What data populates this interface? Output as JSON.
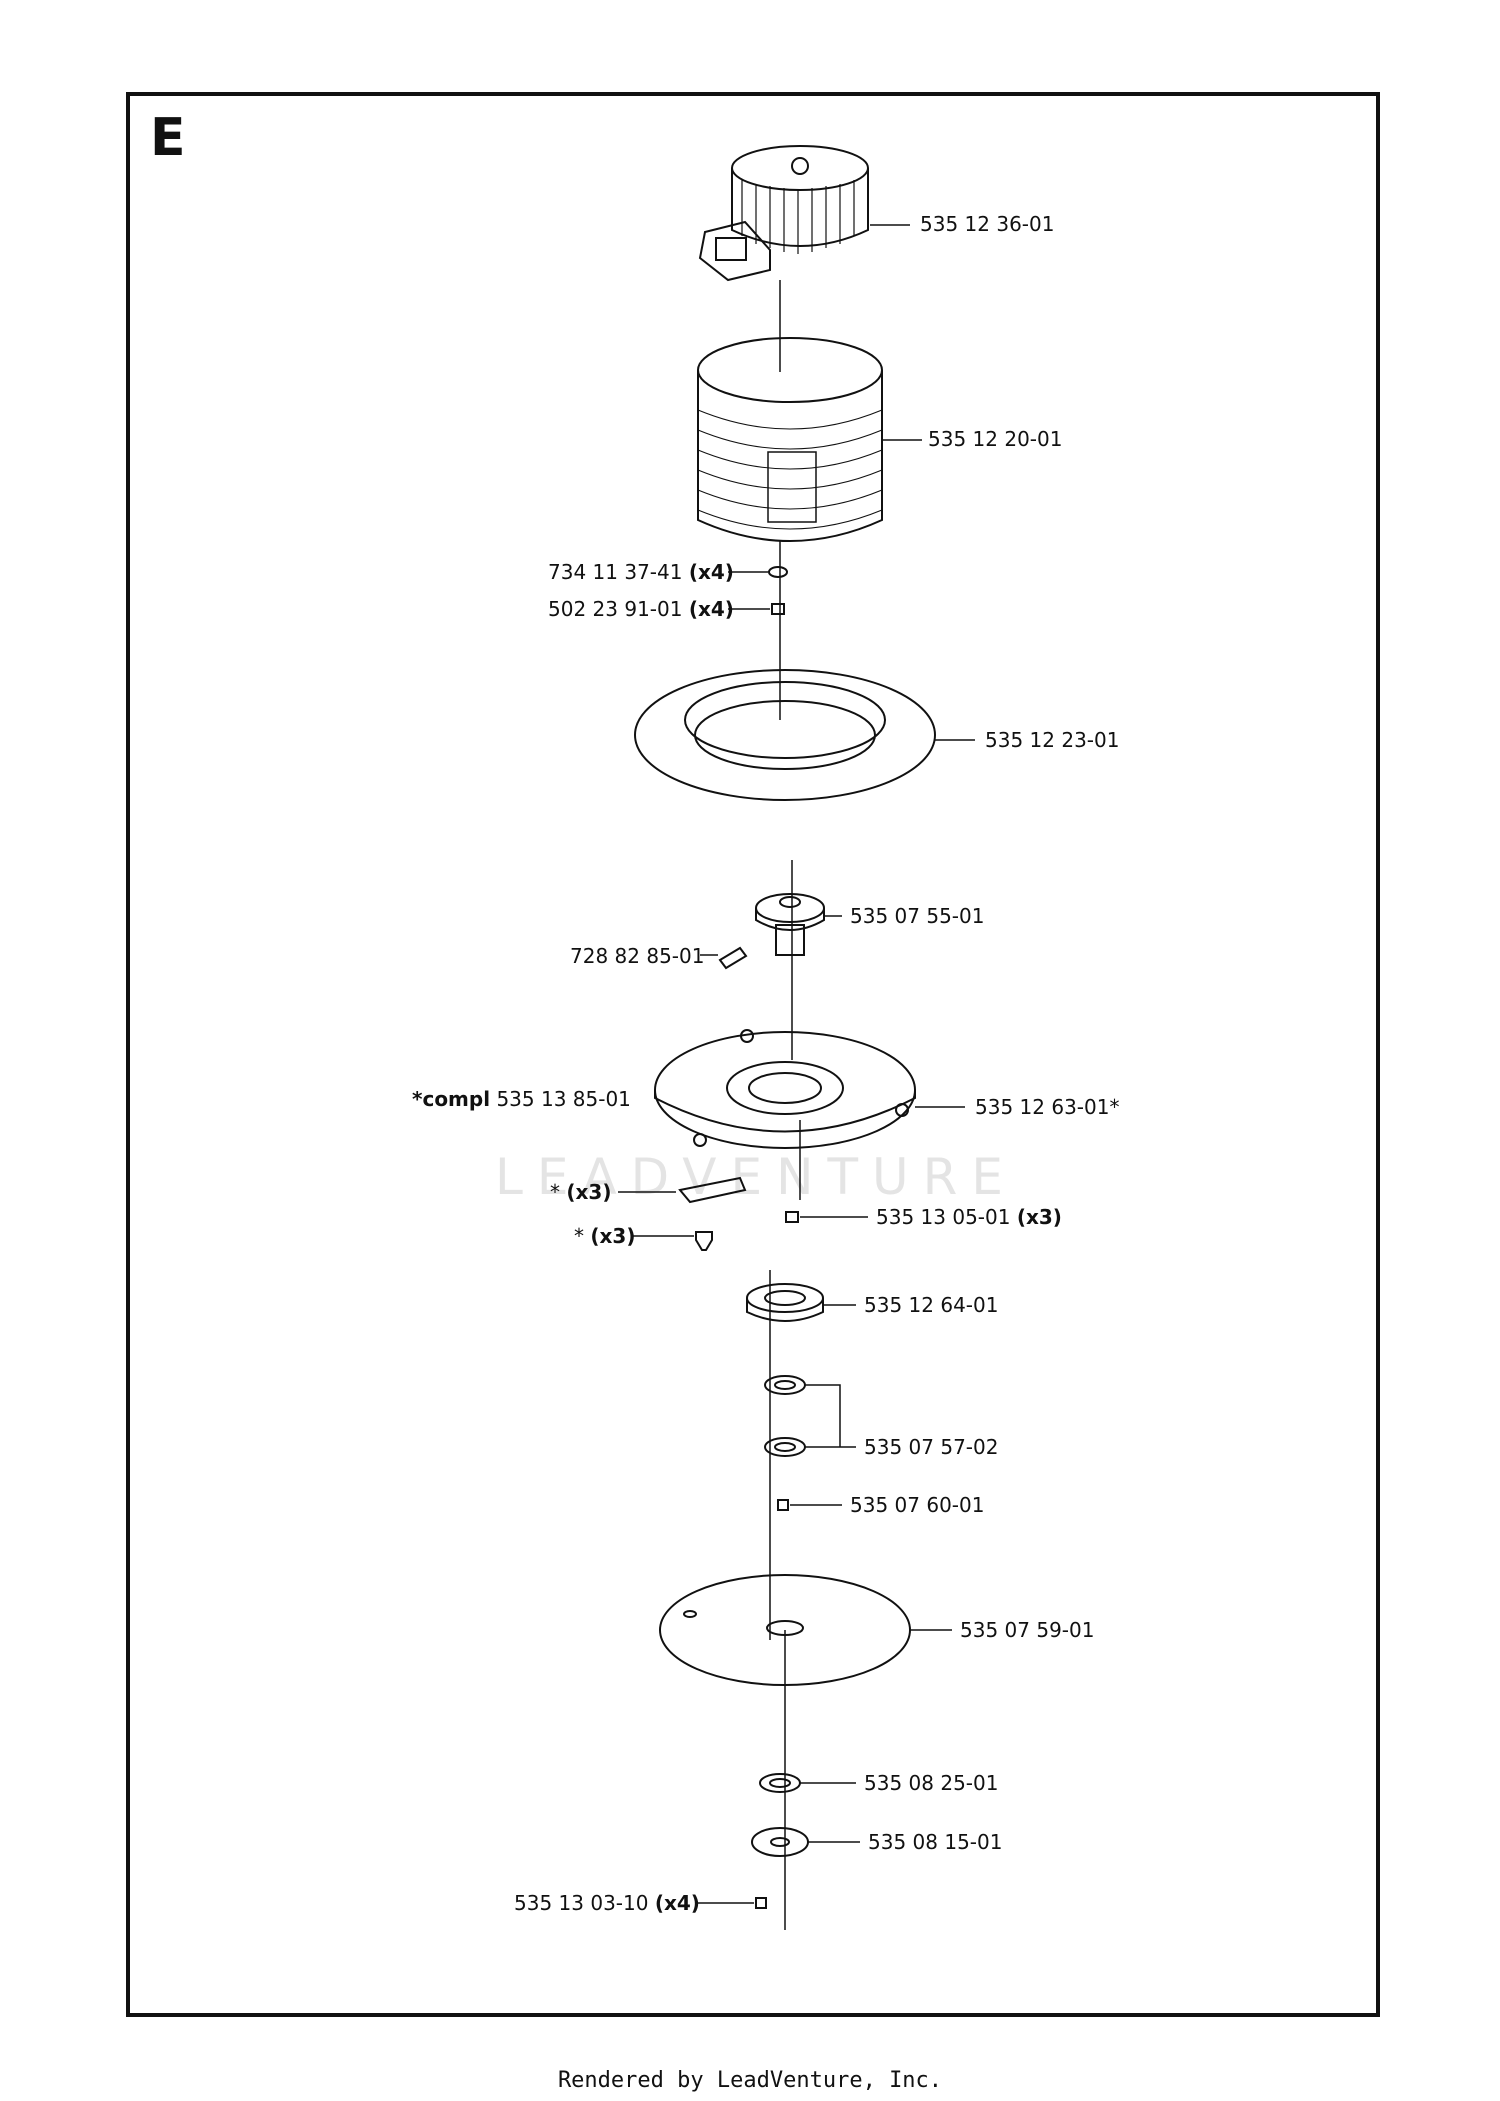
{
  "section_letter": "E",
  "watermark": "LEADVENTURE",
  "footer": "Rendered by LeadVenture, Inc.",
  "labels": {
    "p1": {
      "num": "535 12 36-01",
      "qty": ""
    },
    "p2": {
      "num": "535 12 20-01",
      "qty": ""
    },
    "p3": {
      "num": "734 11 37-41",
      "qty": "(x4)"
    },
    "p4": {
      "num": "502 23 91-01",
      "qty": "(x4)"
    },
    "p5": {
      "num": "535 12 23-01",
      "qty": ""
    },
    "p6": {
      "num": "535 07 55-01",
      "qty": ""
    },
    "p7": {
      "num": "728 82 85-01",
      "qty": ""
    },
    "p8": {
      "prefix": "*compl",
      "num": "535 13 85-01"
    },
    "p9": {
      "num": "535 12 63-01*",
      "qty": ""
    },
    "p10": {
      "num": "*",
      "qty": "(x3)"
    },
    "p11": {
      "num": "*",
      "qty": "(x3)"
    },
    "p12": {
      "num": "535 13 05-01",
      "qty": "(x3)"
    },
    "p13": {
      "num": "535 12 64-01",
      "qty": ""
    },
    "p14": {
      "num": "535 07 57-02",
      "qty": ""
    },
    "p15": {
      "num": "535 07 60-01",
      "qty": ""
    },
    "p16": {
      "num": "535 07 59-01",
      "qty": ""
    },
    "p17": {
      "num": "535 08 25-01",
      "qty": ""
    },
    "p18": {
      "num": "535 08 15-01",
      "qty": ""
    },
    "p19": {
      "num": "535 13 03-10",
      "qty": "(x4)"
    }
  }
}
